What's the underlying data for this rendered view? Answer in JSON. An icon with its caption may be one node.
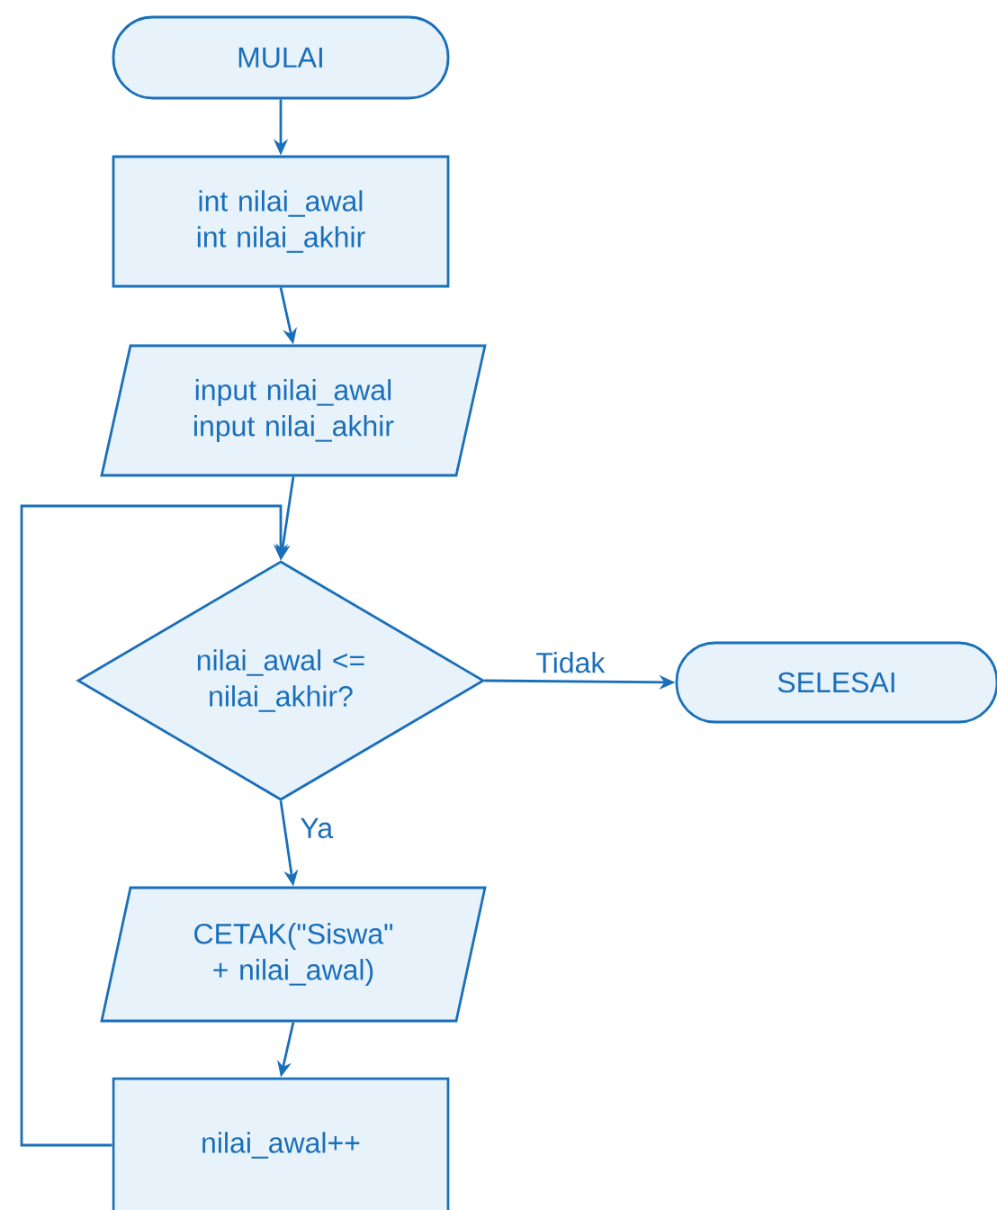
{
  "diagram": {
    "nodes": [
      {
        "text": [
          "MULAI"
        ]
      },
      {
        "text": [
          "int nilai_awal int nilai_akhir"
        ]
      },
      {
        "text": [
          "input nilai_awal input nilai_akhir"
        ]
      },
      {
        "text": [
          "nilai_awal <= nilai_akhir?"
        ]
      },
      {
        "text": [
          "SELESAI"
        ]
      },
      {
        "text": [
          "CETAK(\"Siswa\" + nilai_awal)"
        ]
      },
      {
        "text": [
          "nilai_awal++"
        ]
      }
    ],
    "edges": [
      {
        "from": 0,
        "to": 1,
        "arrow": "to"
      },
      {
        "from": 1,
        "to": 2,
        "arrow": "to"
      },
      {
        "from": 2,
        "to": 3,
        "arrow": "to"
      },
      {
        "from": 3,
        "to": 4,
        "arrow": "to",
        "label": "Tidak"
      },
      {
        "from": 3,
        "to": 5,
        "arrow": "to",
        "label": "Ya"
      },
      {
        "from": 5,
        "to": 6,
        "arrow": "to"
      },
      {
        "from": 6,
        "to": 3,
        "arrow": "to"
      }
    ]
  }
}
